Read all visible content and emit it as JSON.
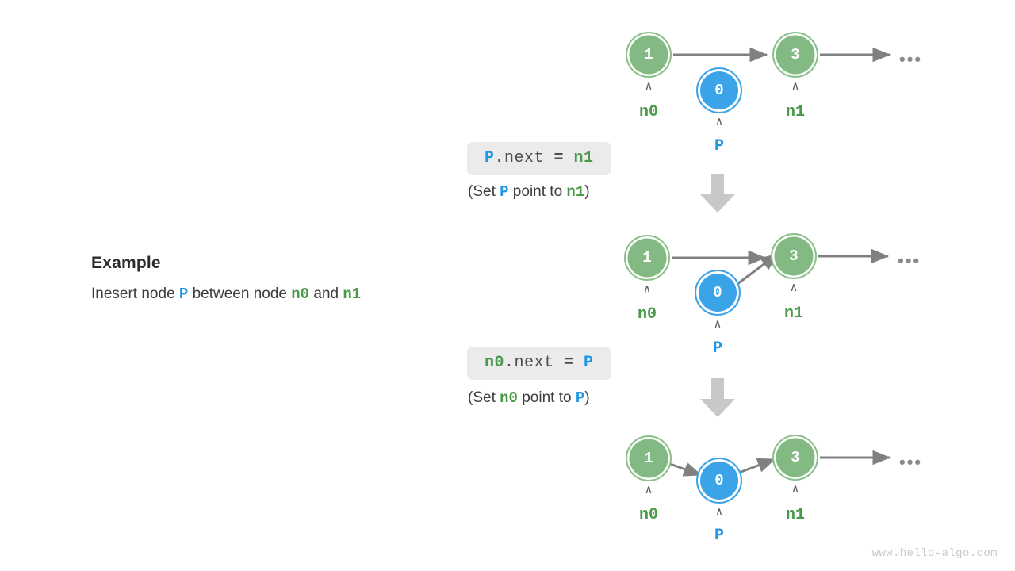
{
  "explanation": {
    "title": "Example",
    "sentence_prefix": "Inesert node ",
    "token_p": "P",
    "sentence_mid": " between node ",
    "token_n0": "n0",
    "sentence_and": " and ",
    "token_n1": "n1"
  },
  "steps": [
    {
      "id": "step-1",
      "nodes": [
        {
          "name": "node-n0",
          "value": "1",
          "color": "green",
          "label": "n0",
          "caret": "∧"
        },
        {
          "name": "node-p",
          "value": "0",
          "color": "blue",
          "label": "P",
          "caret": "∧"
        },
        {
          "name": "node-n1",
          "value": "3",
          "color": "green",
          "label": "n1",
          "caret": "∧"
        }
      ],
      "ellipsis": "•••"
    },
    {
      "id": "step-2",
      "nodes": [
        {
          "name": "node-n0",
          "value": "1",
          "color": "green",
          "label": "n0",
          "caret": "∧"
        },
        {
          "name": "node-p",
          "value": "0",
          "color": "blue",
          "label": "P",
          "caret": "∧"
        },
        {
          "name": "node-n1",
          "value": "3",
          "color": "green",
          "label": "n1",
          "caret": "∧"
        }
      ],
      "ellipsis": "•••"
    },
    {
      "id": "step-3",
      "nodes": [
        {
          "name": "node-n0",
          "value": "1",
          "color": "green",
          "label": "n0",
          "caret": "∧"
        },
        {
          "name": "node-p",
          "value": "0",
          "color": "blue",
          "label": "P",
          "caret": "∧"
        },
        {
          "name": "node-n1",
          "value": "3",
          "color": "green",
          "label": "n1",
          "caret": "∧"
        }
      ],
      "ellipsis": "•••"
    }
  ],
  "operations": [
    {
      "id": "op-1",
      "code_target": "P",
      "code_field": ".next",
      "code_equals": " = ",
      "code_value": "n1",
      "caption_open": "(Set ",
      "caption_subject": "P",
      "caption_mid": " point to ",
      "caption_object": "n1",
      "caption_close": ")"
    },
    {
      "id": "op-2",
      "code_target": "n0",
      "code_field": ".next",
      "code_equals": " = ",
      "code_value": "P",
      "caption_open": "(Set ",
      "caption_subject": "n0",
      "caption_mid": " point to ",
      "caption_object": "P",
      "caption_close": ")"
    }
  ],
  "colors": {
    "green_node_fill": "#83b983",
    "green_node_ring": "#8cc08c",
    "blue_node_fill": "#3ba3e8",
    "green_text": "#4a9a4a",
    "blue_text": "#2196e3",
    "arrow_gray": "#808080",
    "chip_bg": "#ebebeb",
    "block_arrow_gray": "#c8c8c8"
  },
  "watermark": "www.hello-algo.com"
}
